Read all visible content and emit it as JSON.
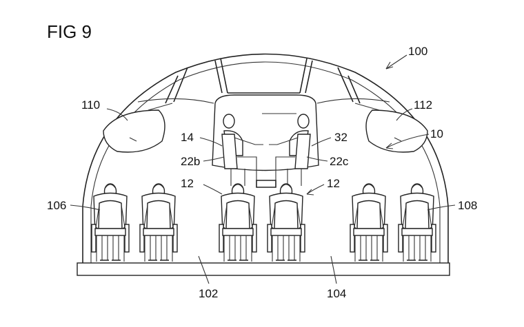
{
  "figure": {
    "title": "FIG 9",
    "labels": {
      "fuselage": "100",
      "bin_left": "110",
      "bin_right": "112",
      "upper_cabin": "10",
      "upper_seat_left": "14",
      "upper_seat_right": "32",
      "seat_frame_left": "22b",
      "seat_frame_right": "22c",
      "lower_seat_left": "12",
      "lower_seat_right": "12",
      "side_seat_left": "106",
      "side_seat_right": "108",
      "aisle_left": "102",
      "aisle_right": "104"
    }
  }
}
